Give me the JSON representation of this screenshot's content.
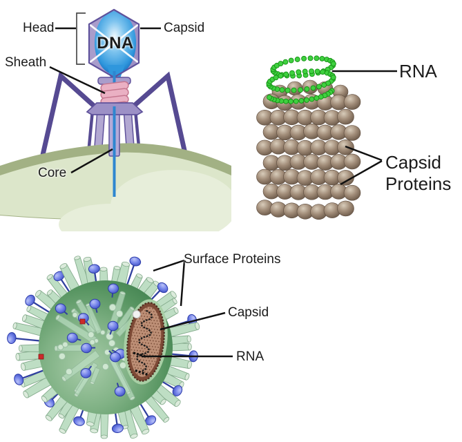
{
  "figure": {
    "background": "#ffffff",
    "leader_line_color": "#111111"
  },
  "bacteriophage": {
    "labels": {
      "head": "Head",
      "capsid": "Capsid",
      "dna": "DNA",
      "sheath": "Sheath",
      "core": "Core"
    },
    "colors": {
      "capsid_light": "#a99dcb",
      "capsid_shade": "#9184bd",
      "outline_purple": "#5f529b",
      "leg_dark": "#564a92",
      "front_leg": "#b2a8d2",
      "dna_center": "#e8f5fd",
      "dna_blue": "#2f97dd",
      "dna_edge": "#1565b8",
      "sheath_pink": "#eab0c3",
      "sheath_outline": "#c4768f",
      "needle_blue": "#2e86d0",
      "cell_rim": "#a2b184",
      "cell_body": "#dce6ca",
      "cell_patch": "#e7eeda"
    }
  },
  "helical_virus": {
    "labels": {
      "rna": "RNA",
      "capsid_proteins": "Capsid Proteins"
    },
    "colors": {
      "protein_light": "#d8ccba",
      "protein_mid": "#a28d79",
      "protein_dark": "#6b5949",
      "protein_edge": "#5c4b3d",
      "rna_green": "#3fd03f",
      "rna_green_dark": "#149014"
    }
  },
  "enveloped_virus": {
    "labels": {
      "surface_proteins": "Surface Proteins",
      "capsid": "Capsid",
      "rna": "RNA"
    },
    "colors": {
      "envelope_light": "#a9cdaa",
      "envelope_dark": "#3f7f4e",
      "spike_green": "#bedec4",
      "spike_cap": "#dcebdc",
      "spike_edge": "#84ab8c",
      "knob_blue": "#7584ea",
      "knob_dark": "#2a3aa8",
      "capsid_rim": "#7d4a36",
      "capsid_fill": "#bd8f76",
      "capsid_glow": "#a8cfa5",
      "rna_dark": "#1c1c1c",
      "marker_red": "#cc2a2a"
    }
  }
}
